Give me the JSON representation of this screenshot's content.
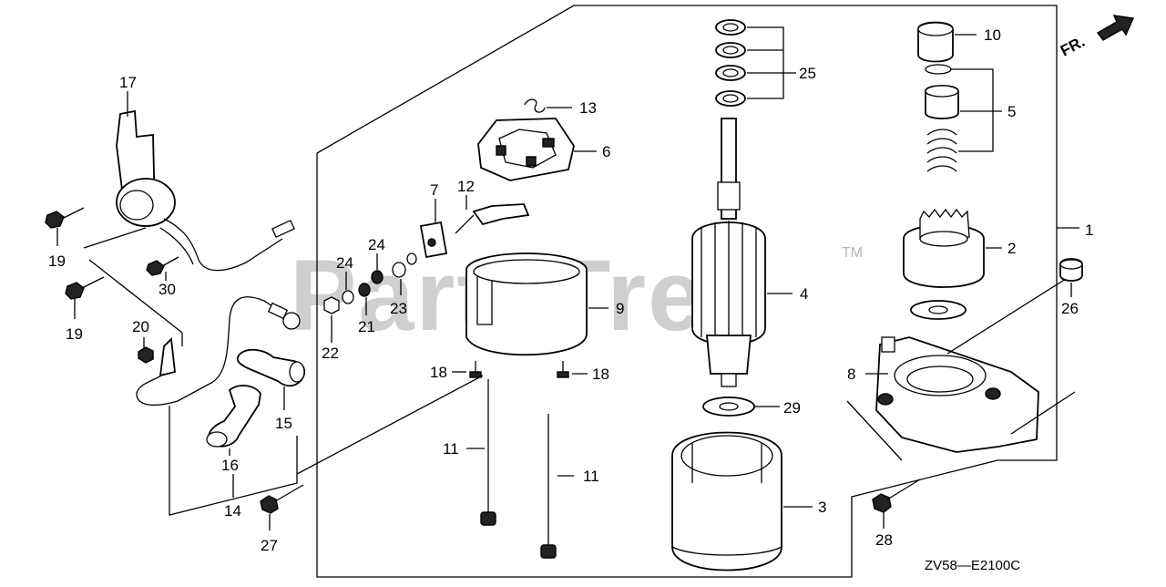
{
  "diagram": {
    "watermark": "PartsTree",
    "watermark_tm": "TM",
    "direction_label": "FR.",
    "diagram_code": "ZV58—E2100C",
    "callouts": {
      "c1": "1",
      "c2": "2",
      "c3": "3",
      "c4": "4",
      "c5": "5",
      "c6": "6",
      "c7": "7",
      "c8": "8",
      "c9": "9",
      "c10": "10",
      "c11a": "11",
      "c11b": "11",
      "c12": "12",
      "c13": "13",
      "c14": "14",
      "c15": "15",
      "c16": "16",
      "c17": "17",
      "c18a": "18",
      "c18b": "18",
      "c19a": "19",
      "c19b": "19",
      "c20": "20",
      "c21": "21",
      "c22": "22",
      "c23": "23",
      "c24a": "24",
      "c24b": "24",
      "c25": "25",
      "c26": "26",
      "c27": "27",
      "c28": "28",
      "c29": "29",
      "c30": "30"
    }
  }
}
